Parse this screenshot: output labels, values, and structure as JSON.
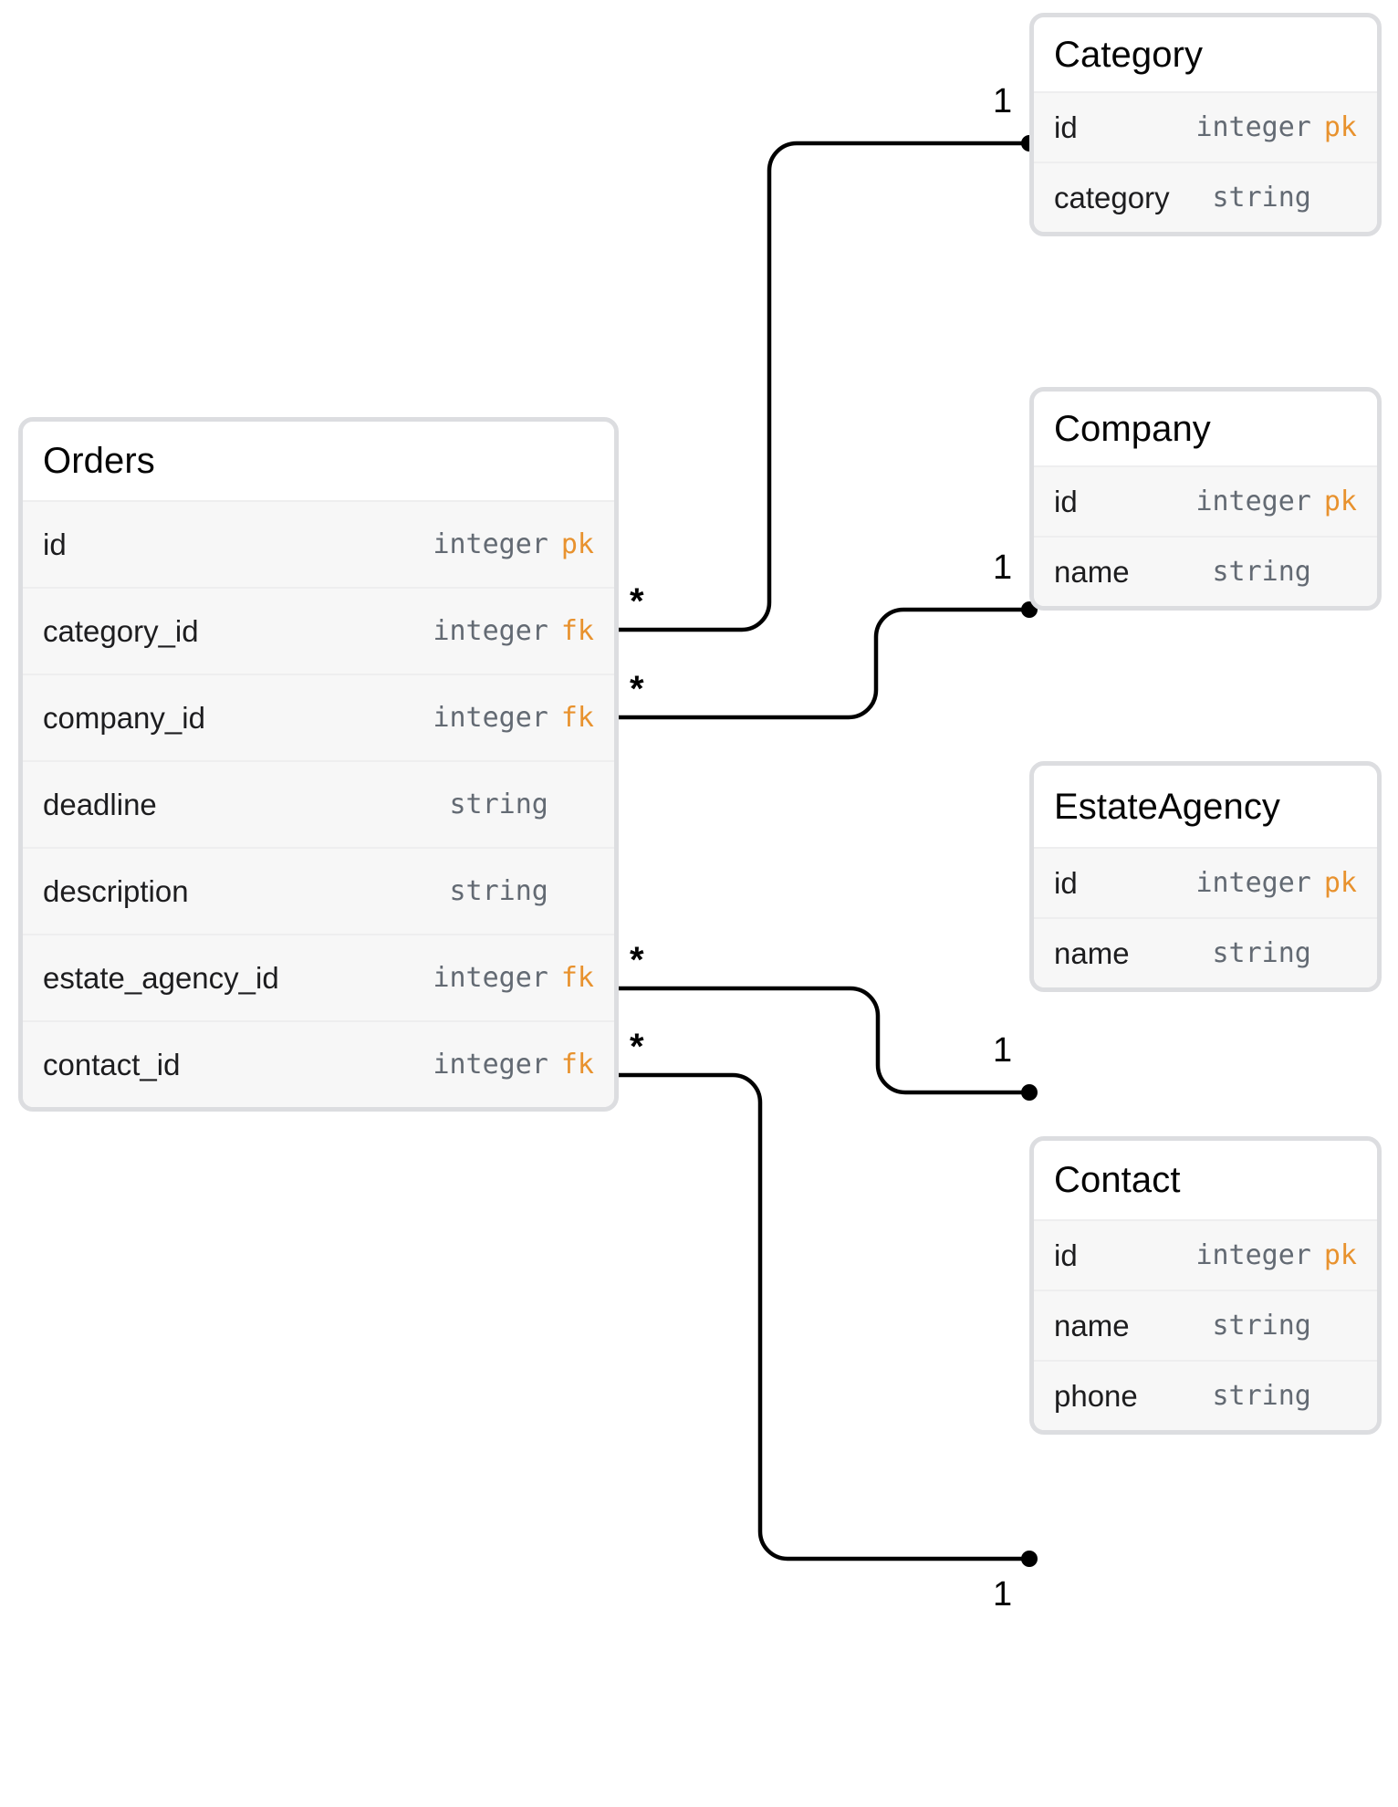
{
  "diagram": {
    "type": "entity-relationship-diagram",
    "background_color": "#ffffff",
    "accent_key_color": "#e8922e",
    "line_color": "#000000",
    "card_border_color": "#dcdde0",
    "card_header_color": "#ffffff",
    "card_row_color": "#f7f7f7"
  },
  "entities": [
    {
      "id": "orders",
      "name": "Orders",
      "fields": [
        {
          "name": "id",
          "type": "integer",
          "key": "pk"
        },
        {
          "name": "category_id",
          "type": "integer",
          "key": "fk"
        },
        {
          "name": "company_id",
          "type": "integer",
          "key": "fk"
        },
        {
          "name": "deadline",
          "type": "string",
          "key": ""
        },
        {
          "name": "description",
          "type": "string",
          "key": ""
        },
        {
          "name": "estate_agency_id",
          "type": "integer",
          "key": "fk"
        },
        {
          "name": "contact_id",
          "type": "integer",
          "key": "fk"
        }
      ]
    },
    {
      "id": "category",
      "name": "Category",
      "fields": [
        {
          "name": "id",
          "type": "integer",
          "key": "pk"
        },
        {
          "name": "category",
          "type": "string",
          "key": ""
        }
      ]
    },
    {
      "id": "company",
      "name": "Company",
      "fields": [
        {
          "name": "id",
          "type": "integer",
          "key": "pk"
        },
        {
          "name": "name",
          "type": "string",
          "key": ""
        }
      ]
    },
    {
      "id": "estate_agency",
      "name": "EstateAgency",
      "fields": [
        {
          "name": "id",
          "type": "integer",
          "key": "pk"
        },
        {
          "name": "name",
          "type": "string",
          "key": ""
        }
      ]
    },
    {
      "id": "contact",
      "name": "Contact",
      "fields": [
        {
          "name": "id",
          "type": "integer",
          "key": "pk"
        },
        {
          "name": "name",
          "type": "string",
          "key": ""
        },
        {
          "name": "phone",
          "type": "string",
          "key": ""
        }
      ]
    }
  ],
  "relationships": [
    {
      "id": "orders-category",
      "from_entity": "Orders",
      "from_field": "category_id",
      "from_cardinality": "*",
      "to_entity": "Category",
      "to_field": "id",
      "to_cardinality": "1"
    },
    {
      "id": "orders-company",
      "from_entity": "Orders",
      "from_field": "company_id",
      "from_cardinality": "*",
      "to_entity": "Company",
      "to_field": "id",
      "to_cardinality": "1"
    },
    {
      "id": "orders-estate-agency",
      "from_entity": "Orders",
      "from_field": "estate_agency_id",
      "from_cardinality": "*",
      "to_entity": "EstateAgency",
      "to_field": "id",
      "to_cardinality": "1"
    },
    {
      "id": "orders-contact",
      "from_entity": "Orders",
      "from_field": "contact_id",
      "from_cardinality": "*",
      "to_entity": "Contact",
      "to_field": "id",
      "to_cardinality": "1"
    }
  ]
}
